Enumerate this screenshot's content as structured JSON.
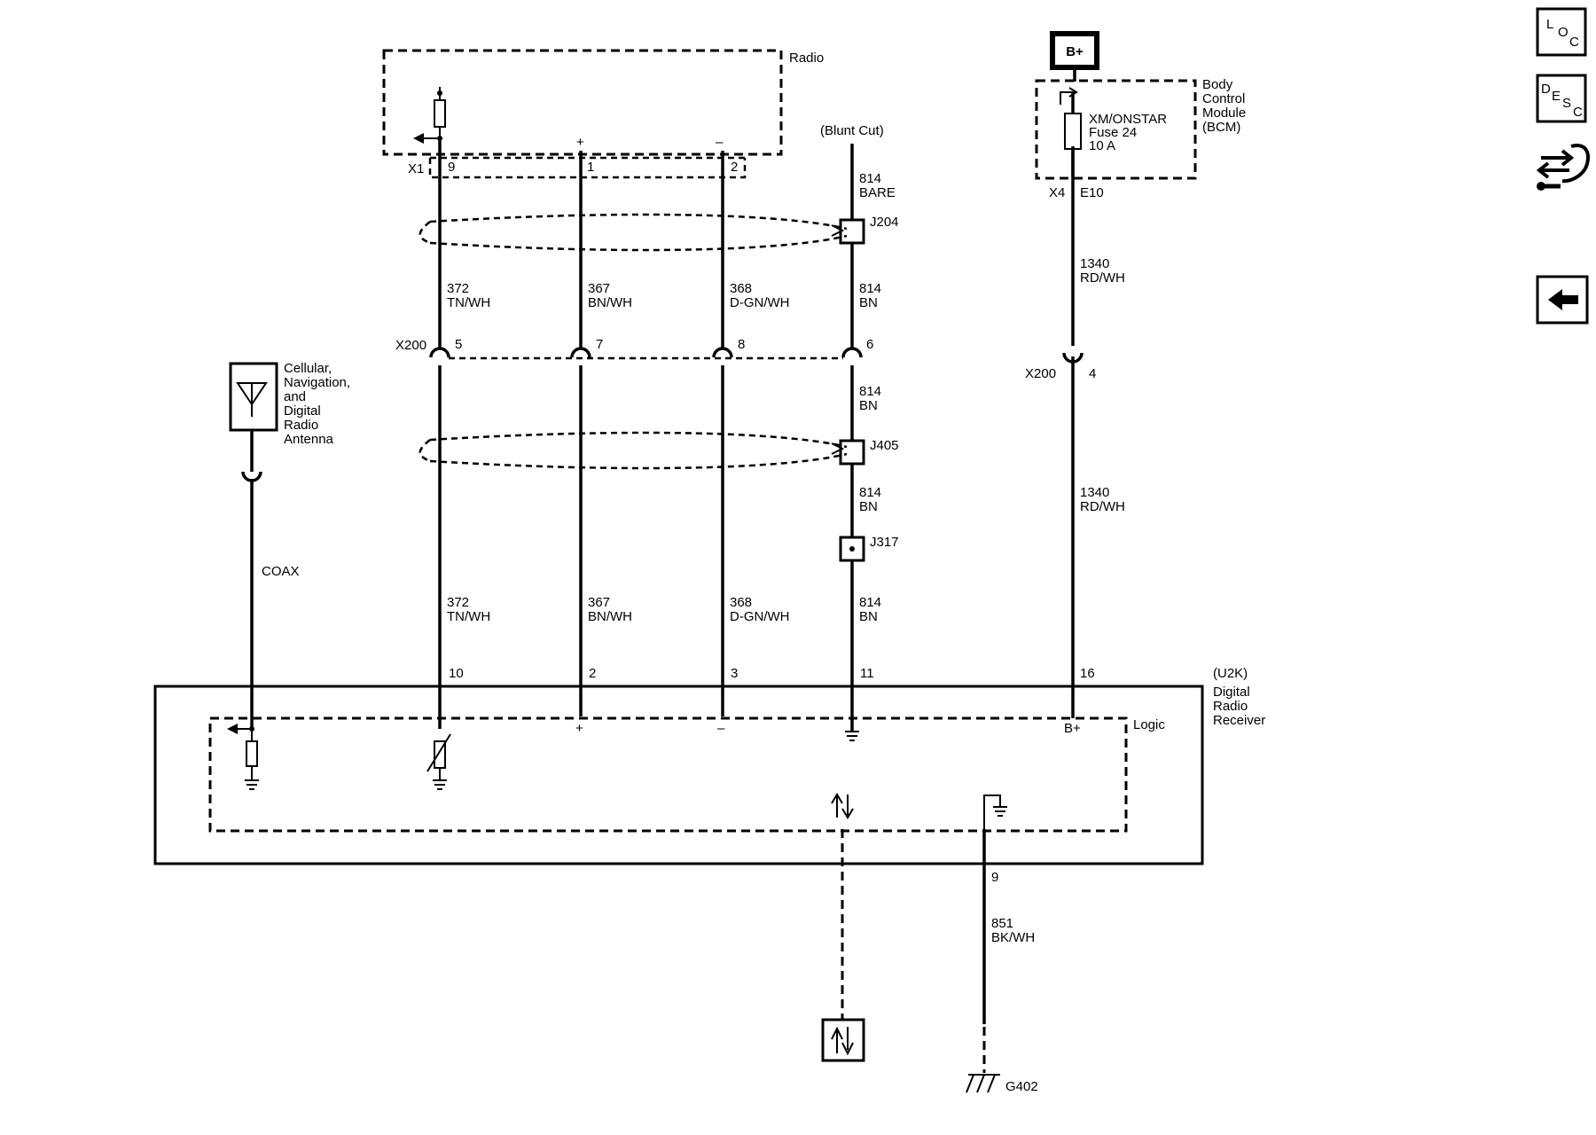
{
  "components": {
    "radio": "Radio",
    "bcm": [
      "Body",
      "Control",
      "Module",
      "(BCM)"
    ],
    "fuse": [
      "XM/ONSTAR",
      "Fuse 24",
      "10 A"
    ],
    "bplus_top": "B+",
    "antenna": [
      "Cellular,",
      "Navigation,",
      "and",
      "Digital",
      "Radio",
      "Antenna"
    ],
    "receiver_ref": "(U2K)",
    "receiver": [
      "Digital",
      "Radio",
      "Receiver"
    ],
    "logic": "Logic",
    "receiver_bplus": "B+",
    "ground": "G402",
    "blunt_cut": "(Blunt Cut)"
  },
  "connectors": {
    "x1": "X1",
    "x4": "X4",
    "x200_left": "X200",
    "x200_right": "X200"
  },
  "pins": {
    "x1_9": "9",
    "x1_1": "1",
    "x1_2": "2",
    "x4_e10": "E10",
    "x200_5": "5",
    "x200_7": "7",
    "x200_8": "8",
    "x200_6": "6",
    "x200_4": "4",
    "u2k_10": "10",
    "u2k_2": "2",
    "u2k_3": "3",
    "u2k_11": "11",
    "u2k_16": "16",
    "u2k_9": "9"
  },
  "polarity": {
    "plus": "+",
    "minus": "–"
  },
  "splices": {
    "j204": "J204",
    "j405": "J405",
    "j317": "J317"
  },
  "wires": {
    "w372_top": [
      "372",
      "TN/WH"
    ],
    "w367_top": [
      "367",
      "BN/WH"
    ],
    "w368_top": [
      "368",
      "D-GN/WH"
    ],
    "w814_bare": [
      "814",
      "BARE"
    ],
    "w814_a": [
      "814",
      "BN"
    ],
    "w814_b": [
      "814",
      "BN"
    ],
    "w814_c": [
      "814",
      "BN"
    ],
    "w814_d": [
      "814",
      "BN"
    ],
    "w1340_a": [
      "1340",
      "RD/WH"
    ],
    "w1340_b": [
      "1340",
      "RD/WH"
    ],
    "w372_bot": [
      "372",
      "TN/WH"
    ],
    "w367_bot": [
      "367",
      "BN/WH"
    ],
    "w368_bot": [
      "368",
      "D-GN/WH"
    ],
    "w851": [
      "851",
      "BK/WH"
    ],
    "coax": "COAX"
  },
  "nav": {
    "loc": [
      "L",
      "O",
      "C"
    ],
    "desc": [
      "D",
      "E",
      "S",
      "C"
    ],
    "connector_view_icon": "connector-view-icon",
    "back_icon": "back-arrow-icon"
  }
}
